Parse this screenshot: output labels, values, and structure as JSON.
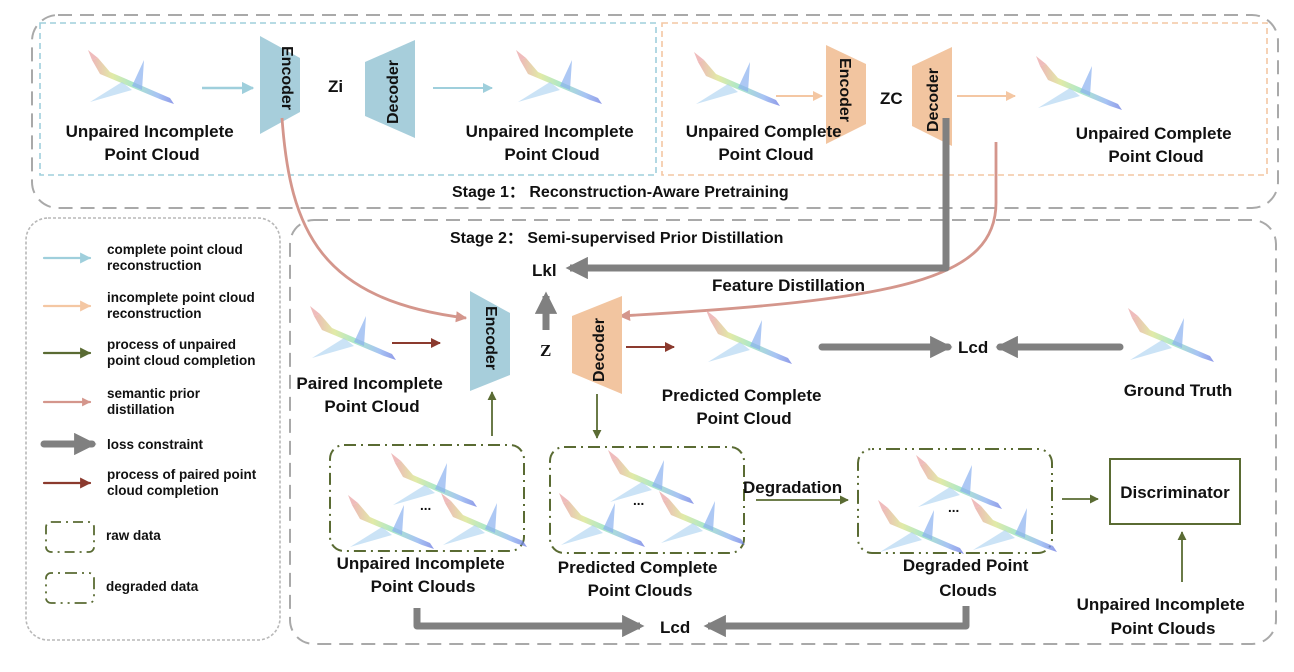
{
  "colors": {
    "encoder_blue": "#a7cedb",
    "decoder_orange": "#f2c5a0",
    "complete_recon_arrow": "#9fcfdc",
    "incomplete_recon_arrow": "#f4c7a3",
    "unpaired_completion_arrow": "#5a6b33",
    "semantic_distill_arrow": "#d4968c",
    "loss_arrow": "#808080",
    "paired_completion_arrow": "#8b3a2e",
    "stage_border": "#a9a9a9",
    "blue_box_border": "#9fcfdc",
    "orange_box_border": "#f4c7a3",
    "data_box_border": "#5a6b33"
  },
  "stage1": {
    "title": "Stage 1： Reconstruction-Aware Pretraining",
    "left": {
      "input_label": [
        "Unpaired Incomplete",
        "Point Cloud"
      ],
      "encoder": "Encoder",
      "latent": "Zi",
      "decoder": "Decoder",
      "output_label": [
        "Unpaired Incomplete",
        "Point Cloud"
      ]
    },
    "right": {
      "input_label": [
        "Unpaired Complete",
        "Point Cloud"
      ],
      "encoder": "Encoder",
      "latent": "ZC",
      "decoder": "Decoder",
      "output_label": [
        "Unpaired Complete",
        "Point Cloud"
      ]
    }
  },
  "stage2": {
    "title": "Stage 2： Semi-supervised Prior Distillation",
    "loss_kl": "Lkl",
    "feature_distillation": "Feature Distillation",
    "latent": "Z",
    "encoder": "Encoder",
    "decoder": "Decoder",
    "paired_input_label": [
      "Paired Incomplete",
      "Point Cloud"
    ],
    "predicted_label": [
      "Predicted  Complete",
      "Point Cloud"
    ],
    "loss_cd_top": "Lcd",
    "ground_truth": "Ground Truth",
    "unpaired_incomplete_set": [
      "Unpaired Incomplete",
      "Point Clouds"
    ],
    "predicted_complete_set": [
      "Predicted Complete",
      "Point Clouds"
    ],
    "degradation": "Degradation",
    "degraded_set": [
      "Degraded Point",
      "Clouds"
    ],
    "discriminator": "Discriminator",
    "discriminator_input": [
      "Unpaired Incomplete",
      "Point Clouds"
    ],
    "loss_cd_bottom": "Lcd",
    "ellipsis": "..."
  },
  "legend": {
    "items": [
      {
        "type": "arrow-thin",
        "color_key": "complete_recon_arrow",
        "label": [
          "complete point cloud",
          "reconstruction"
        ]
      },
      {
        "type": "arrow-thin",
        "color_key": "incomplete_recon_arrow",
        "label": [
          "incomplete point cloud",
          "reconstruction"
        ]
      },
      {
        "type": "arrow-thin",
        "color_key": "unpaired_completion_arrow",
        "label": [
          "process of unpaired",
          "point cloud completion"
        ]
      },
      {
        "type": "arrow-thin",
        "color_key": "semantic_distill_arrow",
        "label": [
          "semantic prior",
          "distillation"
        ]
      },
      {
        "type": "arrow-thick",
        "color_key": "loss_arrow",
        "label": [
          "loss constraint"
        ]
      },
      {
        "type": "arrow-thin",
        "color_key": "paired_completion_arrow",
        "label": [
          "process of paired point",
          "cloud completion"
        ]
      },
      {
        "type": "box-raw",
        "label": [
          "raw data"
        ]
      },
      {
        "type": "box-degraded",
        "label": [
          "degraded data"
        ]
      }
    ]
  }
}
